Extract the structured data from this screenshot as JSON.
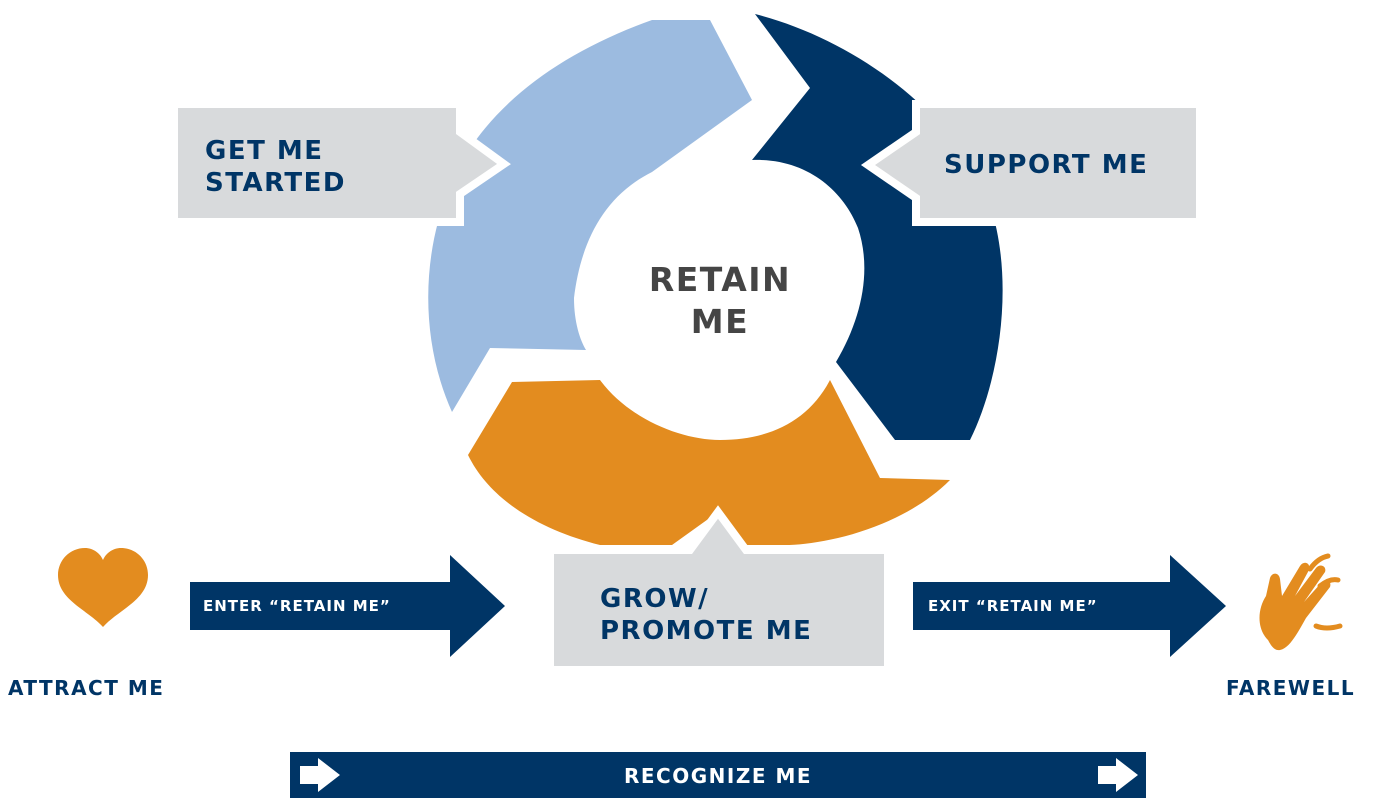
{
  "colors": {
    "navy": "#003566",
    "light_blue": "#9cbbe0",
    "orange": "#e38c1f",
    "gray_box": "#d8dadc",
    "center_text": "#454545"
  },
  "cycle": {
    "center": [
      "RETAIN",
      "ME"
    ],
    "get_started": [
      "GET ME",
      "STARTED"
    ],
    "support": "SUPPORT ME",
    "grow": [
      "GROW/",
      "PROMOTE ME"
    ]
  },
  "flow": {
    "attract": "ATTRACT ME",
    "attract_icon": "heart-icon",
    "enter": "ENTER “RETAIN ME”",
    "exit": "EXIT “RETAIN ME”",
    "farewell": "FAREWELL",
    "farewell_icon": "waving-hand-icon"
  },
  "banner": {
    "label": "RECOGNIZE ME",
    "arrow_icon": "right-arrow-icon"
  }
}
